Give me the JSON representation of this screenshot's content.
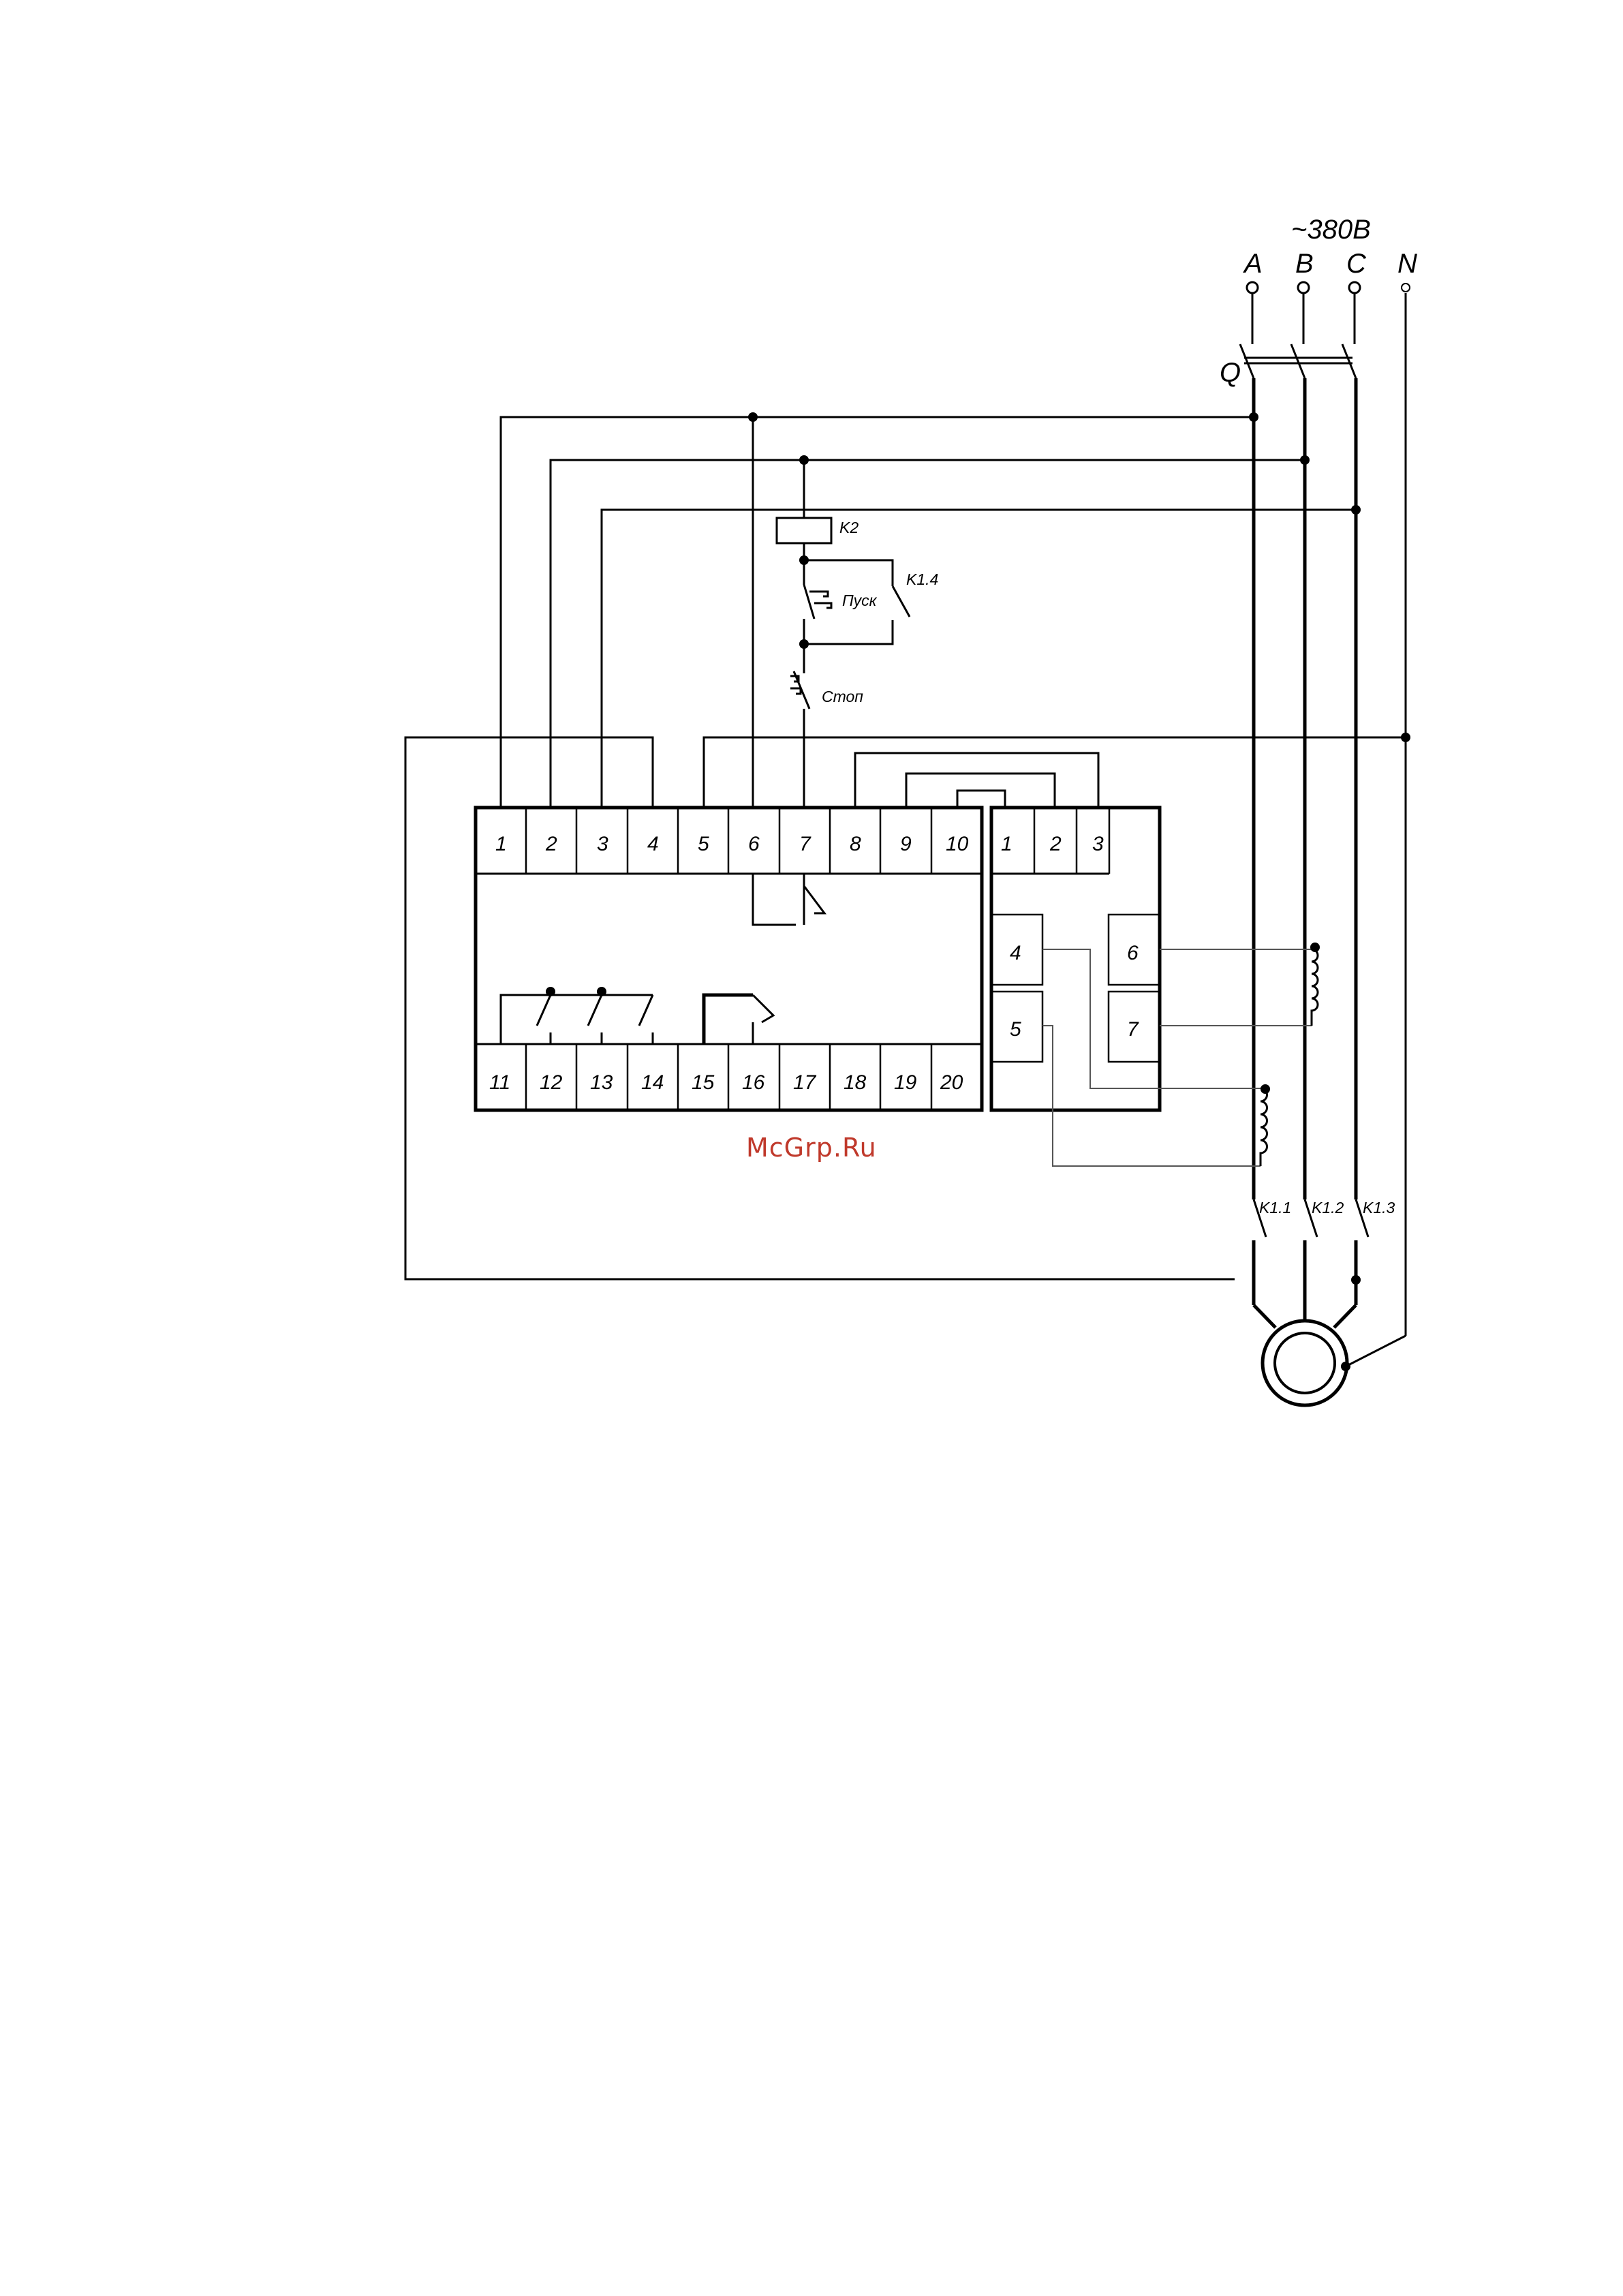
{
  "supply": {
    "voltage": "~380B",
    "phases": [
      "A",
      "B",
      "C",
      "N"
    ]
  },
  "breaker": {
    "label": "Q"
  },
  "control": {
    "relay": "K2",
    "contact": "K1.4",
    "start": "Пуск",
    "stop": "Стоп"
  },
  "relay_block": {
    "top_terminals": [
      "1",
      "2",
      "3",
      "4",
      "5",
      "6",
      "7",
      "8",
      "9",
      "10"
    ],
    "bottom_terminals": [
      "11",
      "12",
      "13",
      "14",
      "15",
      "16",
      "17",
      "18",
      "19",
      "20"
    ]
  },
  "sensor_block": {
    "top_terminals": [
      "1",
      "2",
      "3"
    ],
    "side_terminals": [
      "4",
      "5",
      "6",
      "7"
    ]
  },
  "contactor": {
    "contacts": [
      "K1.1",
      "K1.2",
      "K1.3"
    ]
  },
  "watermark": "McGrp.Ru",
  "colors": {
    "lines": "#000000",
    "watermark": "#c0392b"
  }
}
